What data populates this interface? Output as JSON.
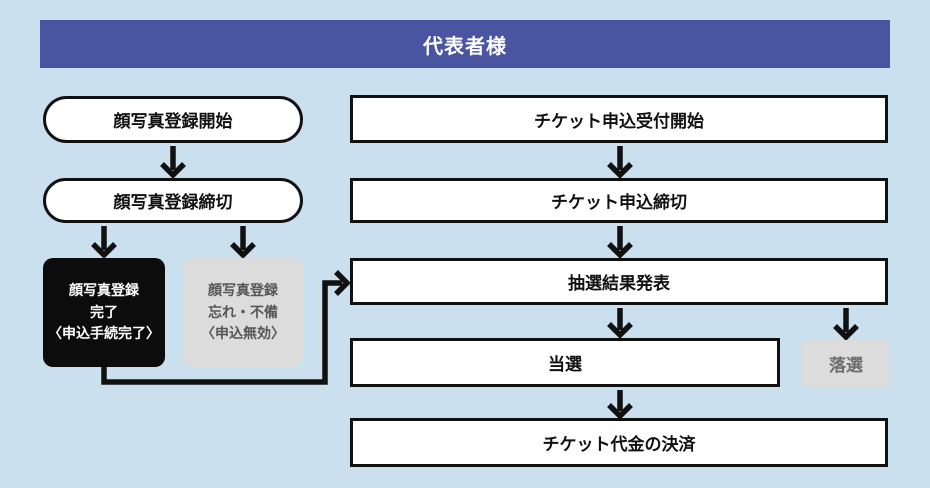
{
  "header": {
    "title": "代表者様",
    "bg_color": "#4a55a2",
    "text_color": "#ffffff"
  },
  "colors": {
    "page_background": "#cbe0ee",
    "node_border": "#111111",
    "node_fill_white": "#ffffff",
    "node_fill_black": "#0c0c0c",
    "node_fill_gray": "#dcdcdc",
    "gray_text": "#565656",
    "lost_text": "#6e6e6e",
    "arrow": "#111111"
  },
  "left_column": {
    "photo_start": {
      "label": "顔写真登録開始"
    },
    "photo_deadline": {
      "label": "顔写真登録締切"
    },
    "photo_done": {
      "label": "顔写真登録\n完了\n〈申込手続完了〉"
    },
    "photo_missed": {
      "label": "顔写真登録\n忘れ・不備\n〈申込無効〉"
    }
  },
  "right_column": {
    "apply_start": {
      "label": "チケット申込受付開始"
    },
    "apply_deadline": {
      "label": "チケット申込締切"
    },
    "lottery_result": {
      "label": "抽選結果発表"
    },
    "won": {
      "label": "当選"
    },
    "lost": {
      "label": "落選"
    },
    "payment": {
      "label": "チケット代金の決済"
    }
  }
}
